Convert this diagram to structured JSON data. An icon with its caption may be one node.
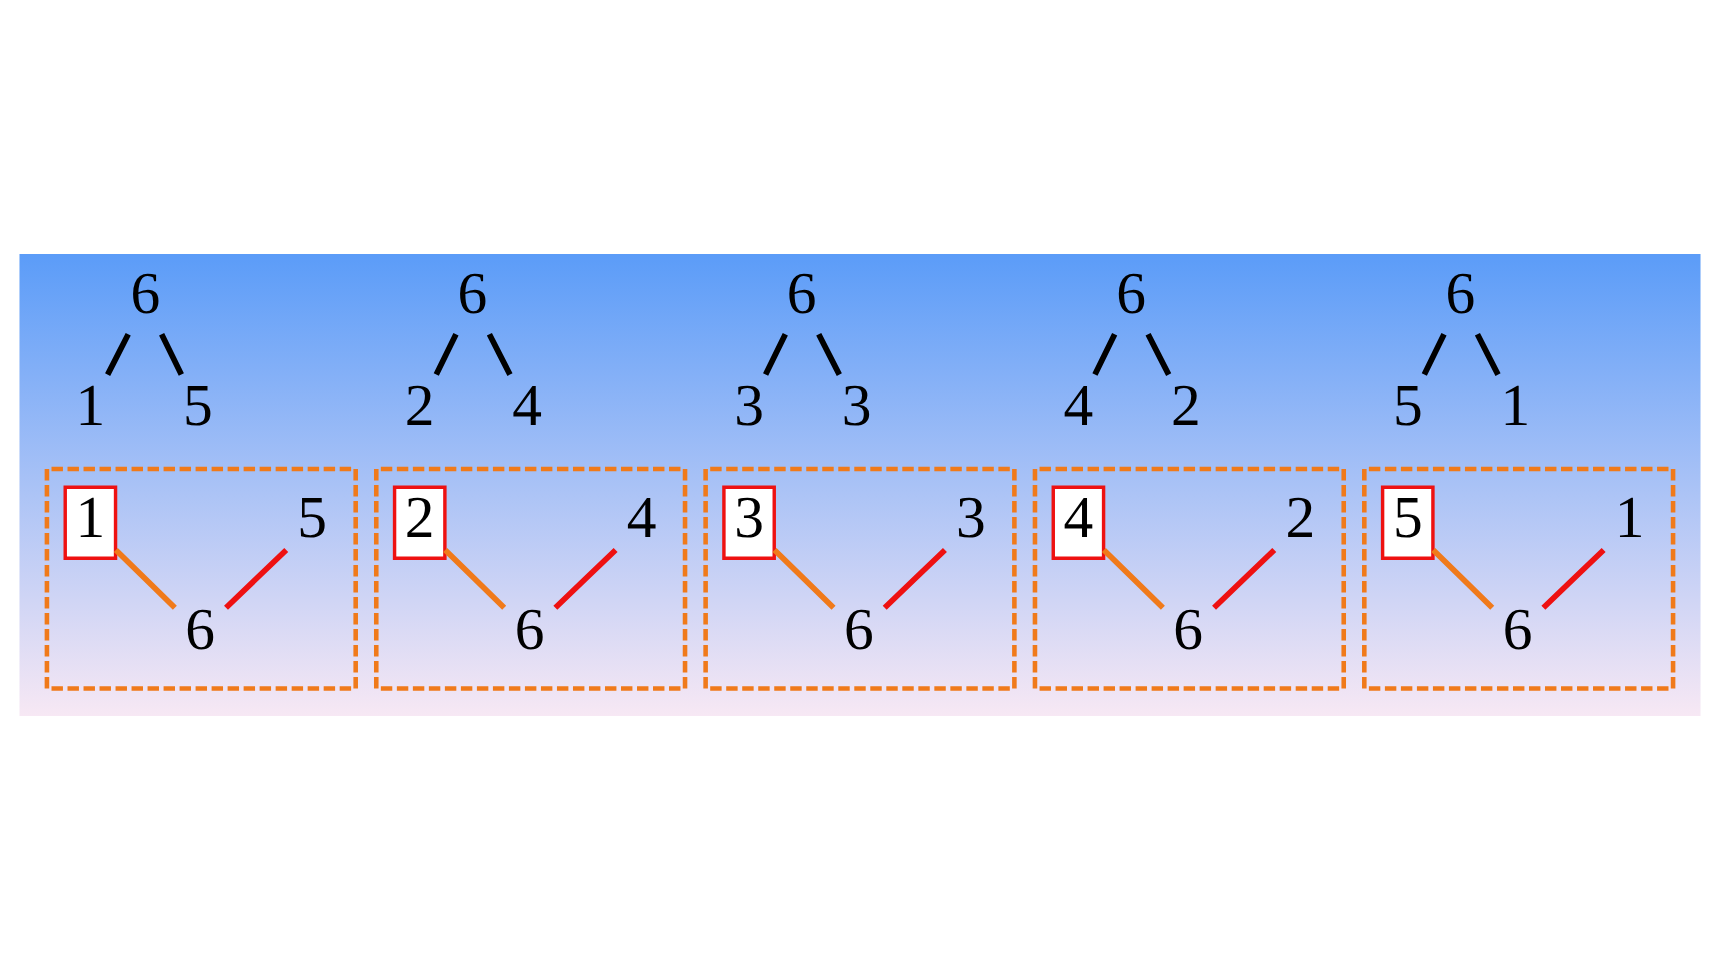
{
  "diagram": {
    "nodes": [
      {
        "text": [
          "6"
        ]
      },
      {
        "text": [
          "1"
        ]
      },
      {
        "text": [
          "5"
        ]
      },
      {
        "text": [
          "6"
        ]
      },
      {
        "text": [
          "2"
        ]
      },
      {
        "text": [
          "4"
        ]
      },
      {
        "text": [
          "6"
        ]
      },
      {
        "text": [
          "3"
        ]
      },
      {
        "text": [
          "3"
        ]
      },
      {
        "text": [
          "6"
        ]
      },
      {
        "text": [
          "4"
        ]
      },
      {
        "text": [
          "2"
        ]
      },
      {
        "text": [
          "6"
        ]
      },
      {
        "text": [
          "5"
        ]
      },
      {
        "text": [
          "1"
        ]
      },
      {
        "text": [],
        "shape": "box"
      },
      {
        "text": [
          "1"
        ],
        "in": 15
      },
      {
        "text": [
          "5"
        ],
        "in": 15
      },
      {
        "text": [
          "6"
        ],
        "in": 15
      },
      {
        "text": [],
        "shape": "box"
      },
      {
        "text": [
          "2"
        ],
        "in": 19
      },
      {
        "text": [
          "4"
        ],
        "in": 19
      },
      {
        "text": [
          "6"
        ],
        "in": 19
      },
      {
        "text": [],
        "shape": "box"
      },
      {
        "text": [
          "3"
        ],
        "in": 23
      },
      {
        "text": [
          "3"
        ],
        "in": 23
      },
      {
        "text": [
          "6"
        ],
        "in": 23
      },
      {
        "text": [],
        "shape": "box"
      },
      {
        "text": [
          "4"
        ],
        "in": 27
      },
      {
        "text": [
          "2"
        ],
        "in": 27
      },
      {
        "text": [
          "6"
        ],
        "in": 27
      },
      {
        "text": [],
        "shape": "box"
      },
      {
        "text": [
          "5"
        ],
        "in": 31
      },
      {
        "text": [
          "1"
        ],
        "in": 31
      },
      {
        "text": [
          "6"
        ],
        "in": 31
      }
    ],
    "edges": [
      {
        "from": 0,
        "to": 1,
        "arrow": "none"
      },
      {
        "from": 0,
        "to": 2,
        "arrow": "none"
      },
      {
        "from": 3,
        "to": 4,
        "arrow": "none"
      },
      {
        "from": 3,
        "to": 5,
        "arrow": "none"
      },
      {
        "from": 6,
        "to": 7,
        "arrow": "none"
      },
      {
        "from": 6,
        "to": 8,
        "arrow": "none"
      },
      {
        "from": 9,
        "to": 10,
        "arrow": "none"
      },
      {
        "from": 9,
        "to": 11,
        "arrow": "none"
      },
      {
        "from": 12,
        "to": 13,
        "arrow": "none"
      },
      {
        "from": 12,
        "to": 14,
        "arrow": "none"
      },
      {
        "from": 16,
        "to": 18,
        "arrow": "none",
        "color": "#f07a1a"
      },
      {
        "from": 17,
        "to": 18,
        "arrow": "none",
        "color": "#ee1111"
      },
      {
        "from": 20,
        "to": 22,
        "arrow": "none",
        "color": "#f07a1a"
      },
      {
        "from": 21,
        "to": 22,
        "arrow": "none",
        "color": "#ee1111"
      },
      {
        "from": 24,
        "to": 26,
        "arrow": "none",
        "color": "#f07a1a"
      },
      {
        "from": 25,
        "to": 26,
        "arrow": "none",
        "color": "#ee1111"
      },
      {
        "from": 28,
        "to": 30,
        "arrow": "none",
        "color": "#f07a1a"
      },
      {
        "from": 29,
        "to": 30,
        "arrow": "none",
        "color": "#ee1111"
      },
      {
        "from": 32,
        "to": 34,
        "arrow": "none",
        "color": "#f07a1a"
      },
      {
        "from": 33,
        "to": 34,
        "arrow": "none",
        "color": "#ee1111"
      }
    ]
  }
}
